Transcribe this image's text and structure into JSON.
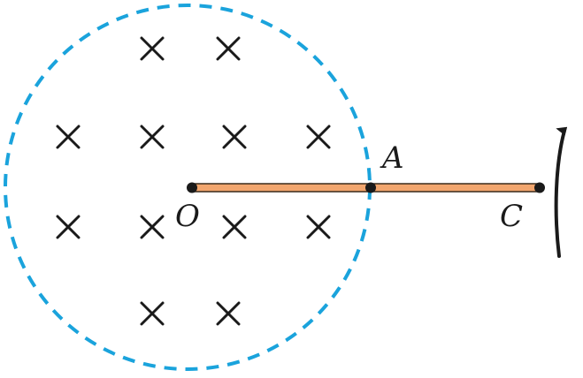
{
  "labels": {
    "origin": "O",
    "boundary_point": "A",
    "rod_end": "C"
  },
  "field": {
    "symbol": "cross",
    "direction": "into-page"
  },
  "region": {
    "shape": "circle",
    "style": "dashed"
  },
  "rod": {
    "from": "O",
    "to": "C"
  },
  "rotation": {
    "direction": "counterclockwise"
  },
  "colors": {
    "boundary": "#1aa3dc",
    "rod_fill": "#f2a66e",
    "rod_stroke": "#3a2a1a",
    "ink": "#1a1a1a"
  },
  "icons": {
    "field_mark": "cross-icon",
    "rotation": "curved-arrow-icon"
  }
}
